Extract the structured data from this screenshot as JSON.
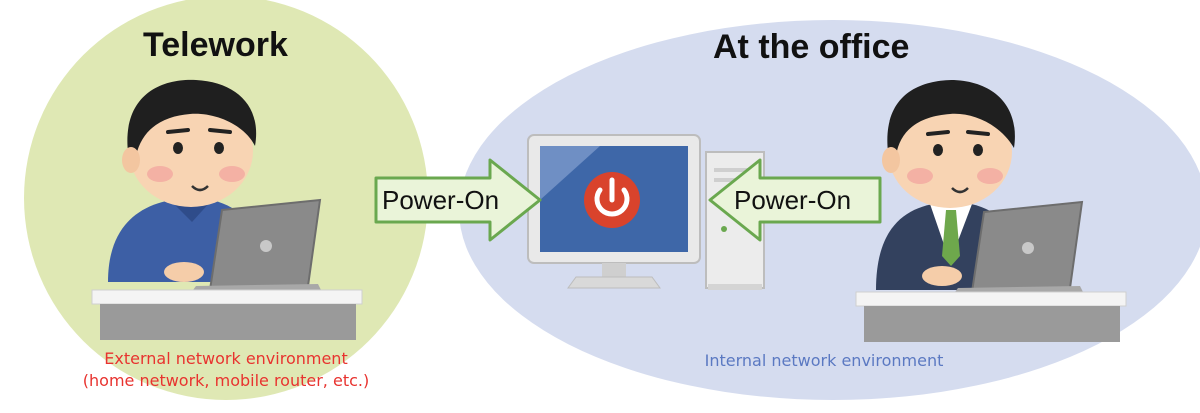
{
  "titles": {
    "telework": "Telework",
    "office": "At the office"
  },
  "arrows": {
    "left_label": "Power-On",
    "right_label": "Power-On"
  },
  "captions": {
    "external_line1": "External network environment",
    "external_line2": "(home network, mobile router, etc.)",
    "internal": "Internal network environment"
  },
  "colors": {
    "telework_zone": "#dfe8b4",
    "office_zone": "#d5dcef",
    "arrow_fill": "#eaf4d9",
    "arrow_stroke": "#6aa84f",
    "external_caption": "#e8332f",
    "internal_caption": "#5b79c2",
    "power_button": "#d9432c",
    "monitor_screen": "#3e67a8"
  },
  "icons": [
    "teleworker-person",
    "office-worker-person",
    "laptop-icon",
    "desktop-monitor-icon",
    "power-icon",
    "pc-tower-icon"
  ]
}
